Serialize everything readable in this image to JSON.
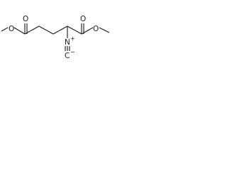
{
  "structure": {
    "atoms": {
      "o_carbonyl_left": "O",
      "o_ester_left": "O",
      "o_carbonyl_right": "O",
      "o_ester_right": "O",
      "n_isocyano": "N",
      "n_charge": "+",
      "c_isocyano": "C",
      "c_charge": "−"
    }
  }
}
